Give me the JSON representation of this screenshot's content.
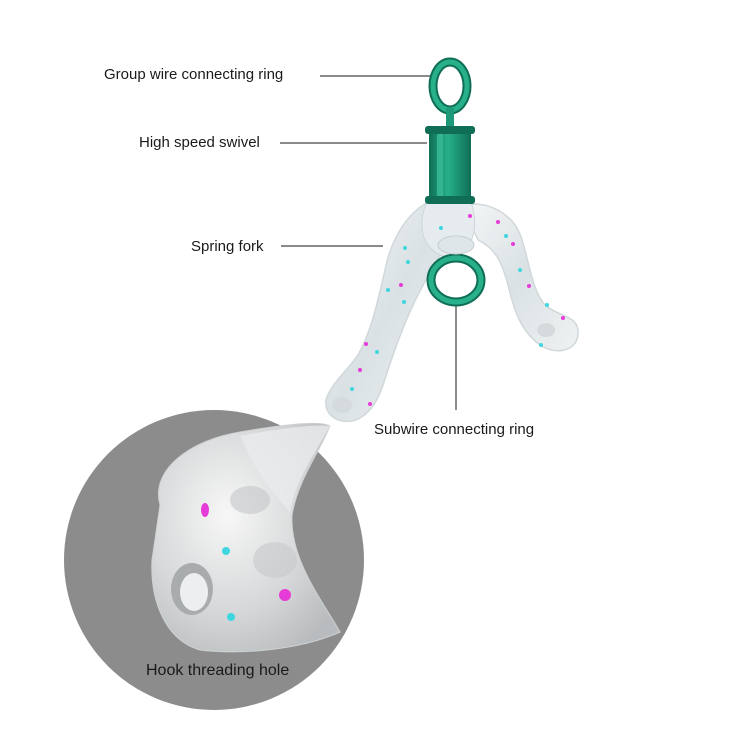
{
  "labels": {
    "group_ring": "Group wire connecting ring",
    "swivel": "High speed swivel",
    "spring_fork": "Spring fork",
    "subwire_ring": "Subwire connecting ring",
    "hook_hole": "Hook threading hole"
  },
  "colors": {
    "swivel_green": "#1e9a7a",
    "swivel_dark": "#0f6e55",
    "magnifier_gray": "#8c8c8c",
    "fork_clear": "#e8eef0",
    "dot_magenta": "#e63bd6",
    "dot_cyan": "#3fd6e0",
    "leader_line": "#8a8a8a"
  }
}
